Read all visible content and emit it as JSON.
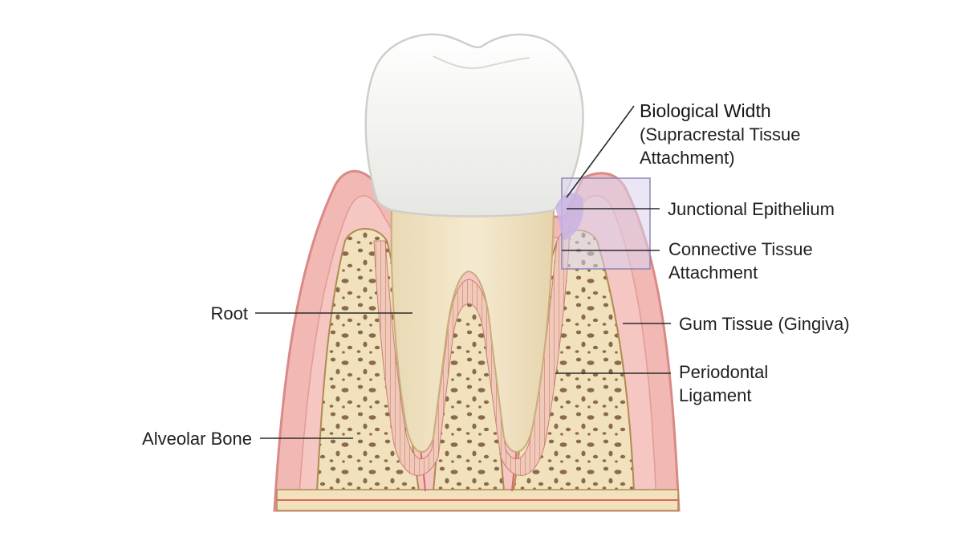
{
  "labels": {
    "biological_width_title": "Biological Width",
    "biological_width_line1": "(Supracrestal Tissue",
    "biological_width_line2": "Attachment)",
    "junctional_epithelium": "Junctional Epithelium",
    "connective_tissue_line1": "Connective Tissue",
    "connective_tissue_line2": "Attachment",
    "gum_tissue": "Gum Tissue (Gingiva)",
    "periodontal_line1": "Periodontal",
    "periodontal_line2": "Ligament",
    "root": "Root",
    "alveolar_bone": "Alveolar Bone"
  },
  "colors": {
    "enamel": "#f4f4f2",
    "dentin": "#efe2c3",
    "gingiva": "#f2b8b4",
    "gingiva_outline": "#d98a87",
    "bone": "#f1e2bd",
    "bone_pores": "#8a6a4a",
    "ligament": "#e8a19a",
    "biological_width_box": "#d9d2ee",
    "junctional_zone": "#c9b3e0"
  }
}
